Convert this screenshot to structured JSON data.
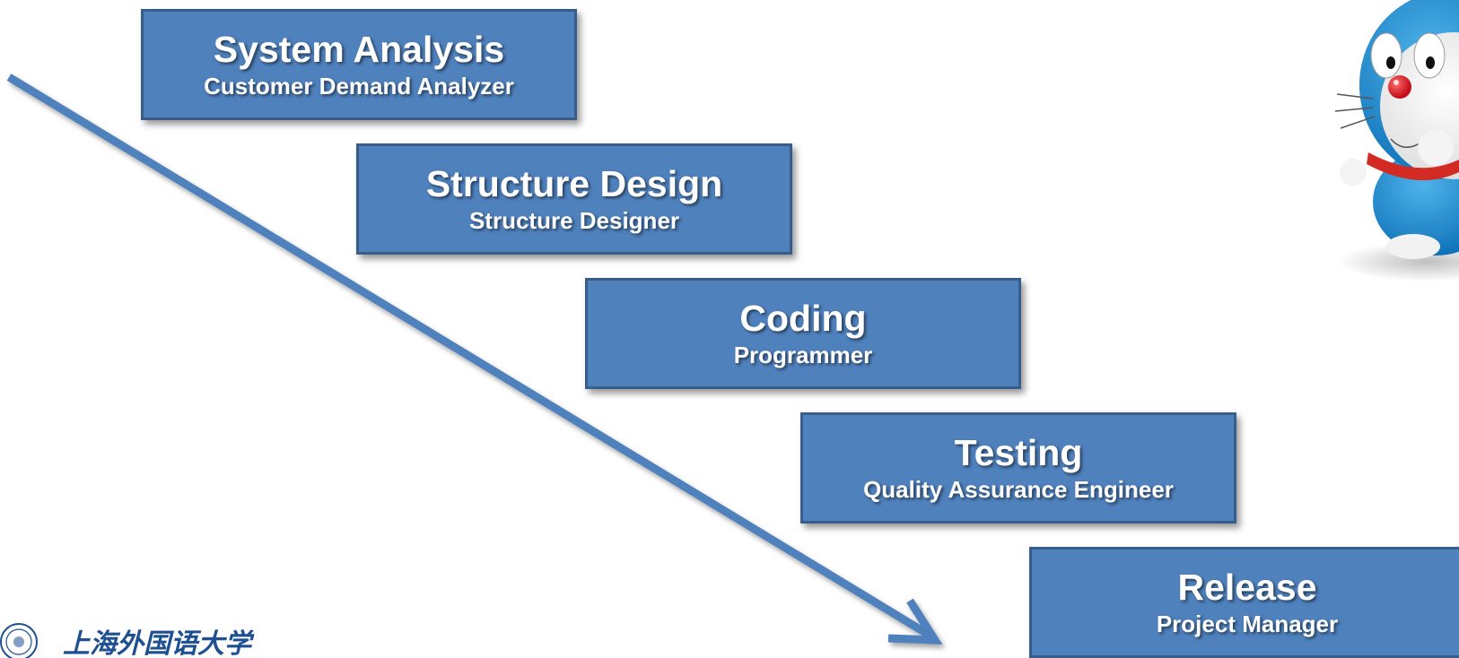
{
  "diagram": {
    "stages": [
      {
        "title": "System Analysis",
        "role": "Customer Demand Analyzer"
      },
      {
        "title": "Structure Design",
        "role": "Structure Designer"
      },
      {
        "title": "Coding",
        "role": "Programmer"
      },
      {
        "title": "Testing",
        "role": "Quality Assurance Engineer"
      },
      {
        "title": "Release",
        "role": "Project Manager"
      }
    ],
    "colors": {
      "box_fill": "#4f81bd",
      "box_border": "#385d8a",
      "arrow": "#4f81bd",
      "logo": "#1d4f91"
    }
  },
  "decorations": {
    "mascot": "doraemon-mascot-image",
    "logo": "university-logo-seal",
    "logo_text": "上海外国语大学"
  }
}
